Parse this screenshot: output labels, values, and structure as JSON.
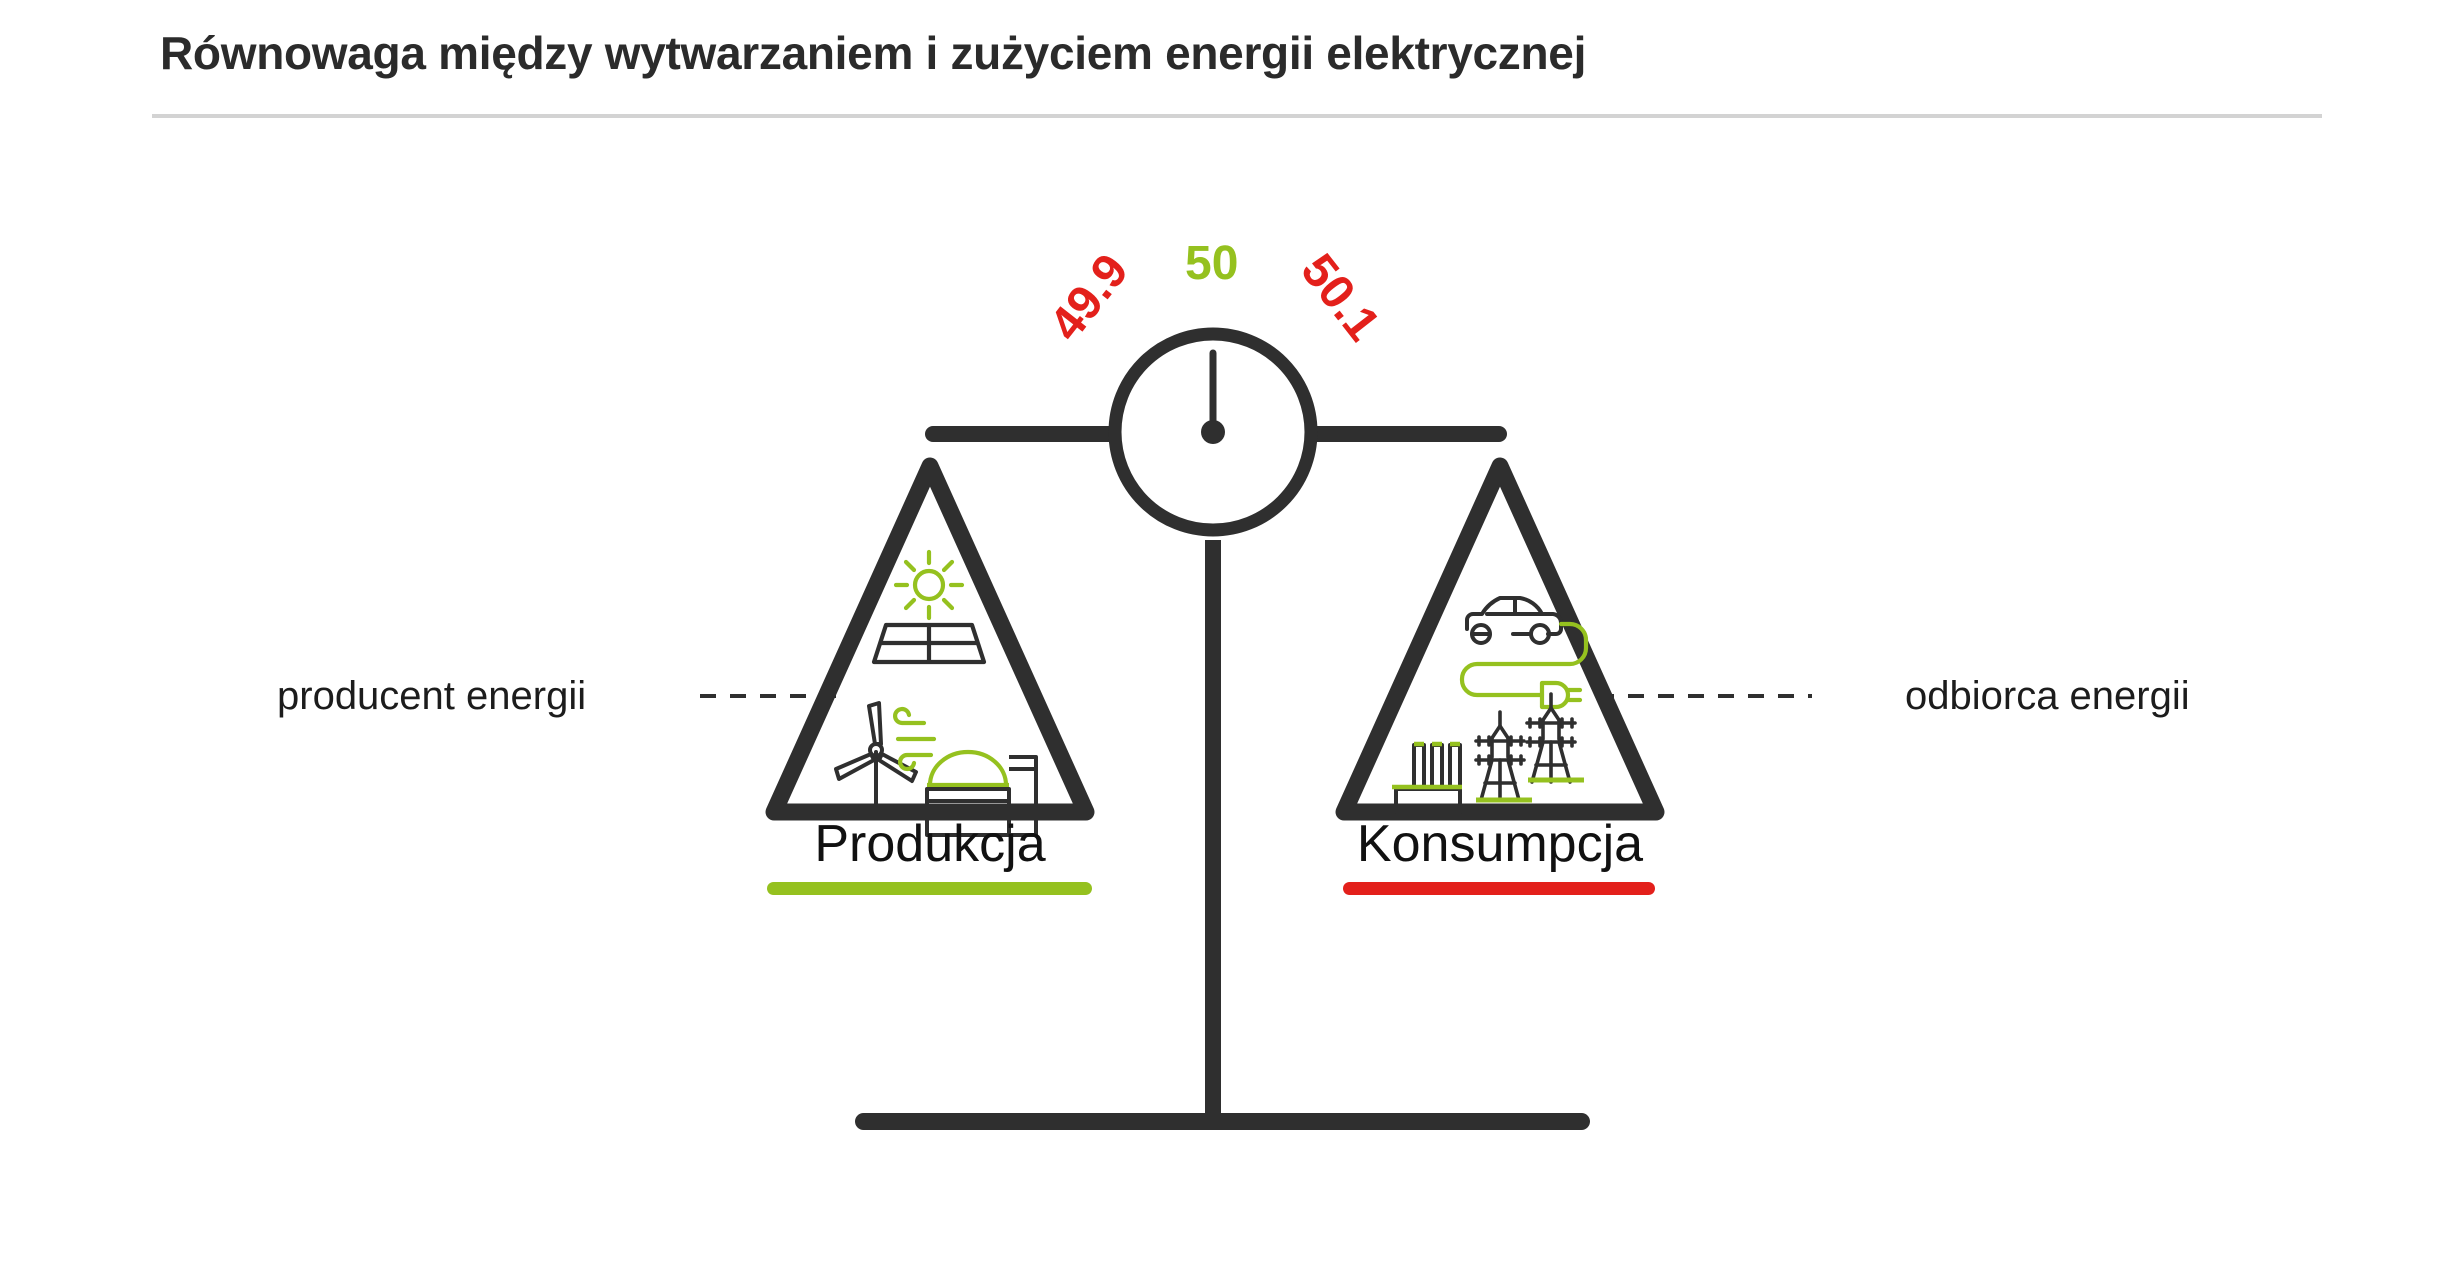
{
  "page": {
    "title": "Równowaga między wytwarzaniem i zużyciem energii elektrycznej",
    "language": "pl",
    "background_color": "#ffffff"
  },
  "colors": {
    "dark": "#2f2f2f",
    "green": "#95c11f",
    "red": "#e3201b",
    "rule": "#d3d3d3",
    "text": "#1c1c1c"
  },
  "gauge": {
    "name": "frequency-gauge",
    "unit_implied": "Hz",
    "nominal_value": "50",
    "low_value": "49.9",
    "high_value": "50.1",
    "needle_position": "nominal",
    "nominal_color": "#95c11f",
    "deviation_color": "#e3201b"
  },
  "pans": {
    "left": {
      "caption": "Produkcja",
      "bar_color": "#95c11f",
      "side_label": "producent energii",
      "icons": [
        {
          "name": "sun-icon",
          "color": "#95c11f"
        },
        {
          "name": "solar-panel-icon",
          "color": "#2f2f2f"
        },
        {
          "name": "wind-turbine-icon",
          "color": "#2f2f2f"
        },
        {
          "name": "wind-lines-icon",
          "color": "#95c11f"
        },
        {
          "name": "biogas-plant-icon",
          "color": "#2f2f2f"
        }
      ]
    },
    "right": {
      "caption": "Konsumpcja",
      "bar_color": "#e3201b",
      "side_label": "odbiorca energii",
      "icons": [
        {
          "name": "electric-car-icon",
          "color": "#2f2f2f"
        },
        {
          "name": "charging-cable-icon",
          "color": "#95c11f"
        },
        {
          "name": "transmission-tower-icon",
          "color": "#2f2f2f"
        },
        {
          "name": "factory-icon",
          "color": "#2f2f2f"
        }
      ]
    }
  },
  "structure": {
    "beam_label": "balance-beam",
    "post_label": "balance-post",
    "base_label": "balance-base",
    "connector_style": "dashed"
  }
}
